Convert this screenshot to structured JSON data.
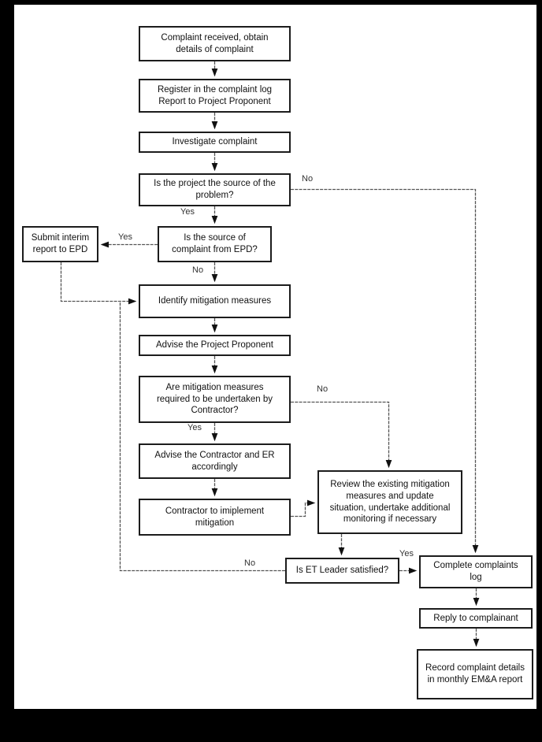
{
  "diagram": {
    "type": "flowchart",
    "nodes": [
      {
        "id": "complaint-received",
        "label": "Complaint received, obtain\ndetails of complaint"
      },
      {
        "id": "register-complaint-log",
        "label": "Register in the complaint log\nReport to Project Proponent"
      },
      {
        "id": "investigate-complaint",
        "label": "Investigate complaint"
      },
      {
        "id": "project-source-decision",
        "label": "Is the project the source of the\nproblem?"
      },
      {
        "id": "epd-source-decision",
        "label": "Is the source of\ncomplaint from EPD?"
      },
      {
        "id": "submit-interim-report",
        "label": "Submit interim\nreport to EPD"
      },
      {
        "id": "identify-mitigation",
        "label": "Identify mitigation measures"
      },
      {
        "id": "advise-project-proponent",
        "label": "Advise the Project Proponent"
      },
      {
        "id": "mitigation-required-decision",
        "label": "Are mitigation measures\nrequired to be undertaken by\nContractor?"
      },
      {
        "id": "advise-contractor-er",
        "label": "Advise the Contractor and ER\naccordingly"
      },
      {
        "id": "contractor-implement",
        "label": "Contractor to imiplement\nmitigation"
      },
      {
        "id": "review-mitigation",
        "label": "Review the existing mitigation\nmeasures and update\nsituation, undertake additional\nmonitoring if necessary"
      },
      {
        "id": "et-leader-satisfied-decision",
        "label": "Is ET Leader satisfied?"
      },
      {
        "id": "complete-complaints-log",
        "label": "Complete complaints\nlog"
      },
      {
        "id": "reply-to-complainant",
        "label": "Reply to complainant"
      },
      {
        "id": "record-emna-report",
        "label": "Record complaint details\nin monthly EM&A report"
      }
    ],
    "edge_labels": {
      "yes": "Yes",
      "no": "No"
    },
    "edges": [
      {
        "from": "complaint-received",
        "to": "register-complaint-log"
      },
      {
        "from": "register-complaint-log",
        "to": "investigate-complaint"
      },
      {
        "from": "investigate-complaint",
        "to": "project-source-decision"
      },
      {
        "from": "project-source-decision",
        "to": "epd-source-decision",
        "label": "Yes"
      },
      {
        "from": "project-source-decision",
        "to": "complete-complaints-log",
        "label": "No"
      },
      {
        "from": "epd-source-decision",
        "to": "submit-interim-report",
        "label": "Yes"
      },
      {
        "from": "epd-source-decision",
        "to": "identify-mitigation",
        "label": "No"
      },
      {
        "from": "submit-interim-report",
        "to": "identify-mitigation"
      },
      {
        "from": "identify-mitigation",
        "to": "advise-project-proponent"
      },
      {
        "from": "advise-project-proponent",
        "to": "mitigation-required-decision"
      },
      {
        "from": "mitigation-required-decision",
        "to": "advise-contractor-er",
        "label": "Yes"
      },
      {
        "from": "mitigation-required-decision",
        "to": "review-mitigation",
        "label": "No"
      },
      {
        "from": "advise-contractor-er",
        "to": "contractor-implement"
      },
      {
        "from": "contractor-implement",
        "to": "review-mitigation"
      },
      {
        "from": "review-mitigation",
        "to": "et-leader-satisfied-decision"
      },
      {
        "from": "et-leader-satisfied-decision",
        "to": "complete-complaints-log",
        "label": "Yes"
      },
      {
        "from": "et-leader-satisfied-decision",
        "to": "identify-mitigation",
        "label": "No"
      },
      {
        "from": "complete-complaints-log",
        "to": "reply-to-complainant"
      },
      {
        "from": "reply-to-complainant",
        "to": "record-emna-report"
      }
    ],
    "colors": {
      "frame": "#000000",
      "paper": "#ffffff",
      "box_border": "#1c1c1c",
      "connector": "#555555",
      "text": "#111111"
    }
  }
}
